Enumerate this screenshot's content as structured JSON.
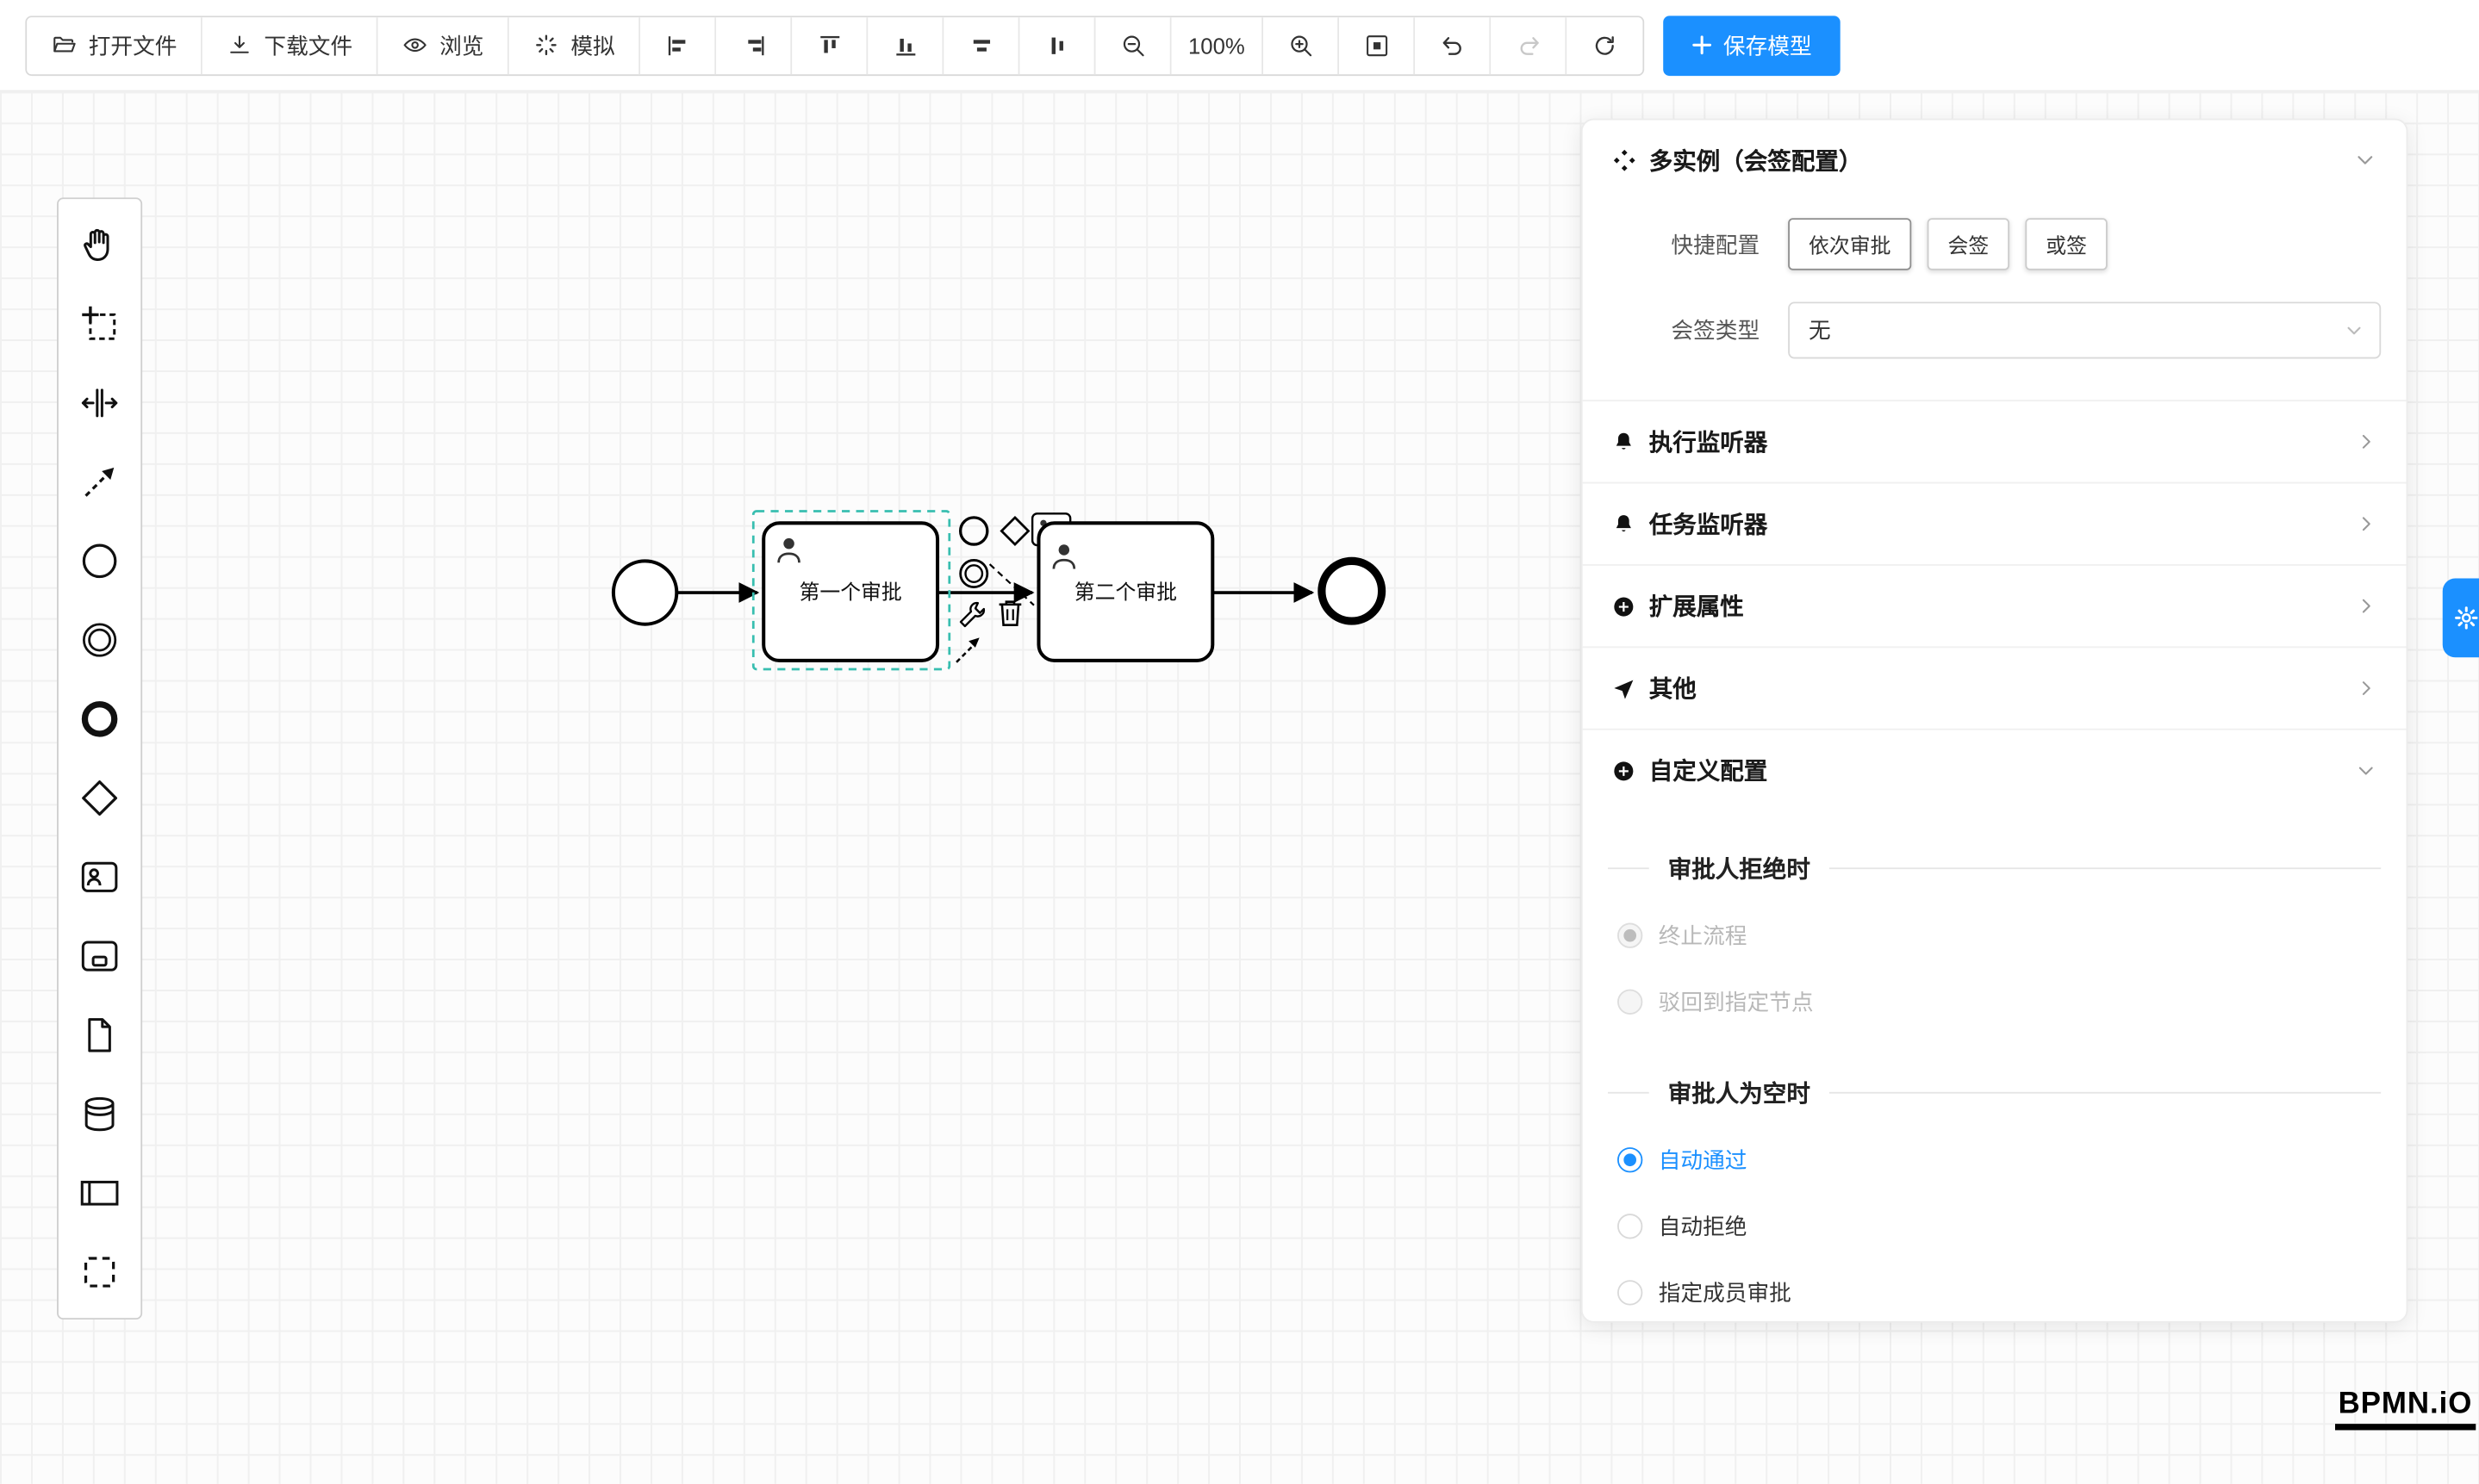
{
  "colors": {
    "accent": "#1b90ff",
    "selection_outline": "#38beb0",
    "grid_line": "#f0f0f0"
  },
  "toolbar": {
    "open_file": "打开文件",
    "download_file": "下载文件",
    "preview": "浏览",
    "simulate": "模拟",
    "zoom_level": "100%",
    "save_model": "保存模型"
  },
  "canvas": {
    "task1_label": "第一个审批",
    "task2_label": "第二个审批"
  },
  "panel": {
    "title": "多实例（会签配置）",
    "quick_config_label": "快捷配置",
    "quick_options": [
      {
        "label": "依次审批"
      },
      {
        "label": "会签"
      },
      {
        "label": "或签"
      }
    ],
    "sign_type_label": "会签类型",
    "sign_type_value": "无",
    "sections": [
      {
        "label": "执行监听器"
      },
      {
        "label": "任务监听器"
      },
      {
        "label": "扩展属性"
      },
      {
        "label": "其他"
      },
      {
        "label": "自定义配置"
      }
    ],
    "reject_group": {
      "title": "审批人拒绝时",
      "options": [
        {
          "label": "终止流程"
        },
        {
          "label": "驳回到指定节点"
        }
      ]
    },
    "empty_group": {
      "title": "审批人为空时",
      "options": [
        {
          "label": "自动通过"
        },
        {
          "label": "自动拒绝"
        },
        {
          "label": "指定成员审批"
        }
      ]
    }
  },
  "logo": "BPMN.iO"
}
